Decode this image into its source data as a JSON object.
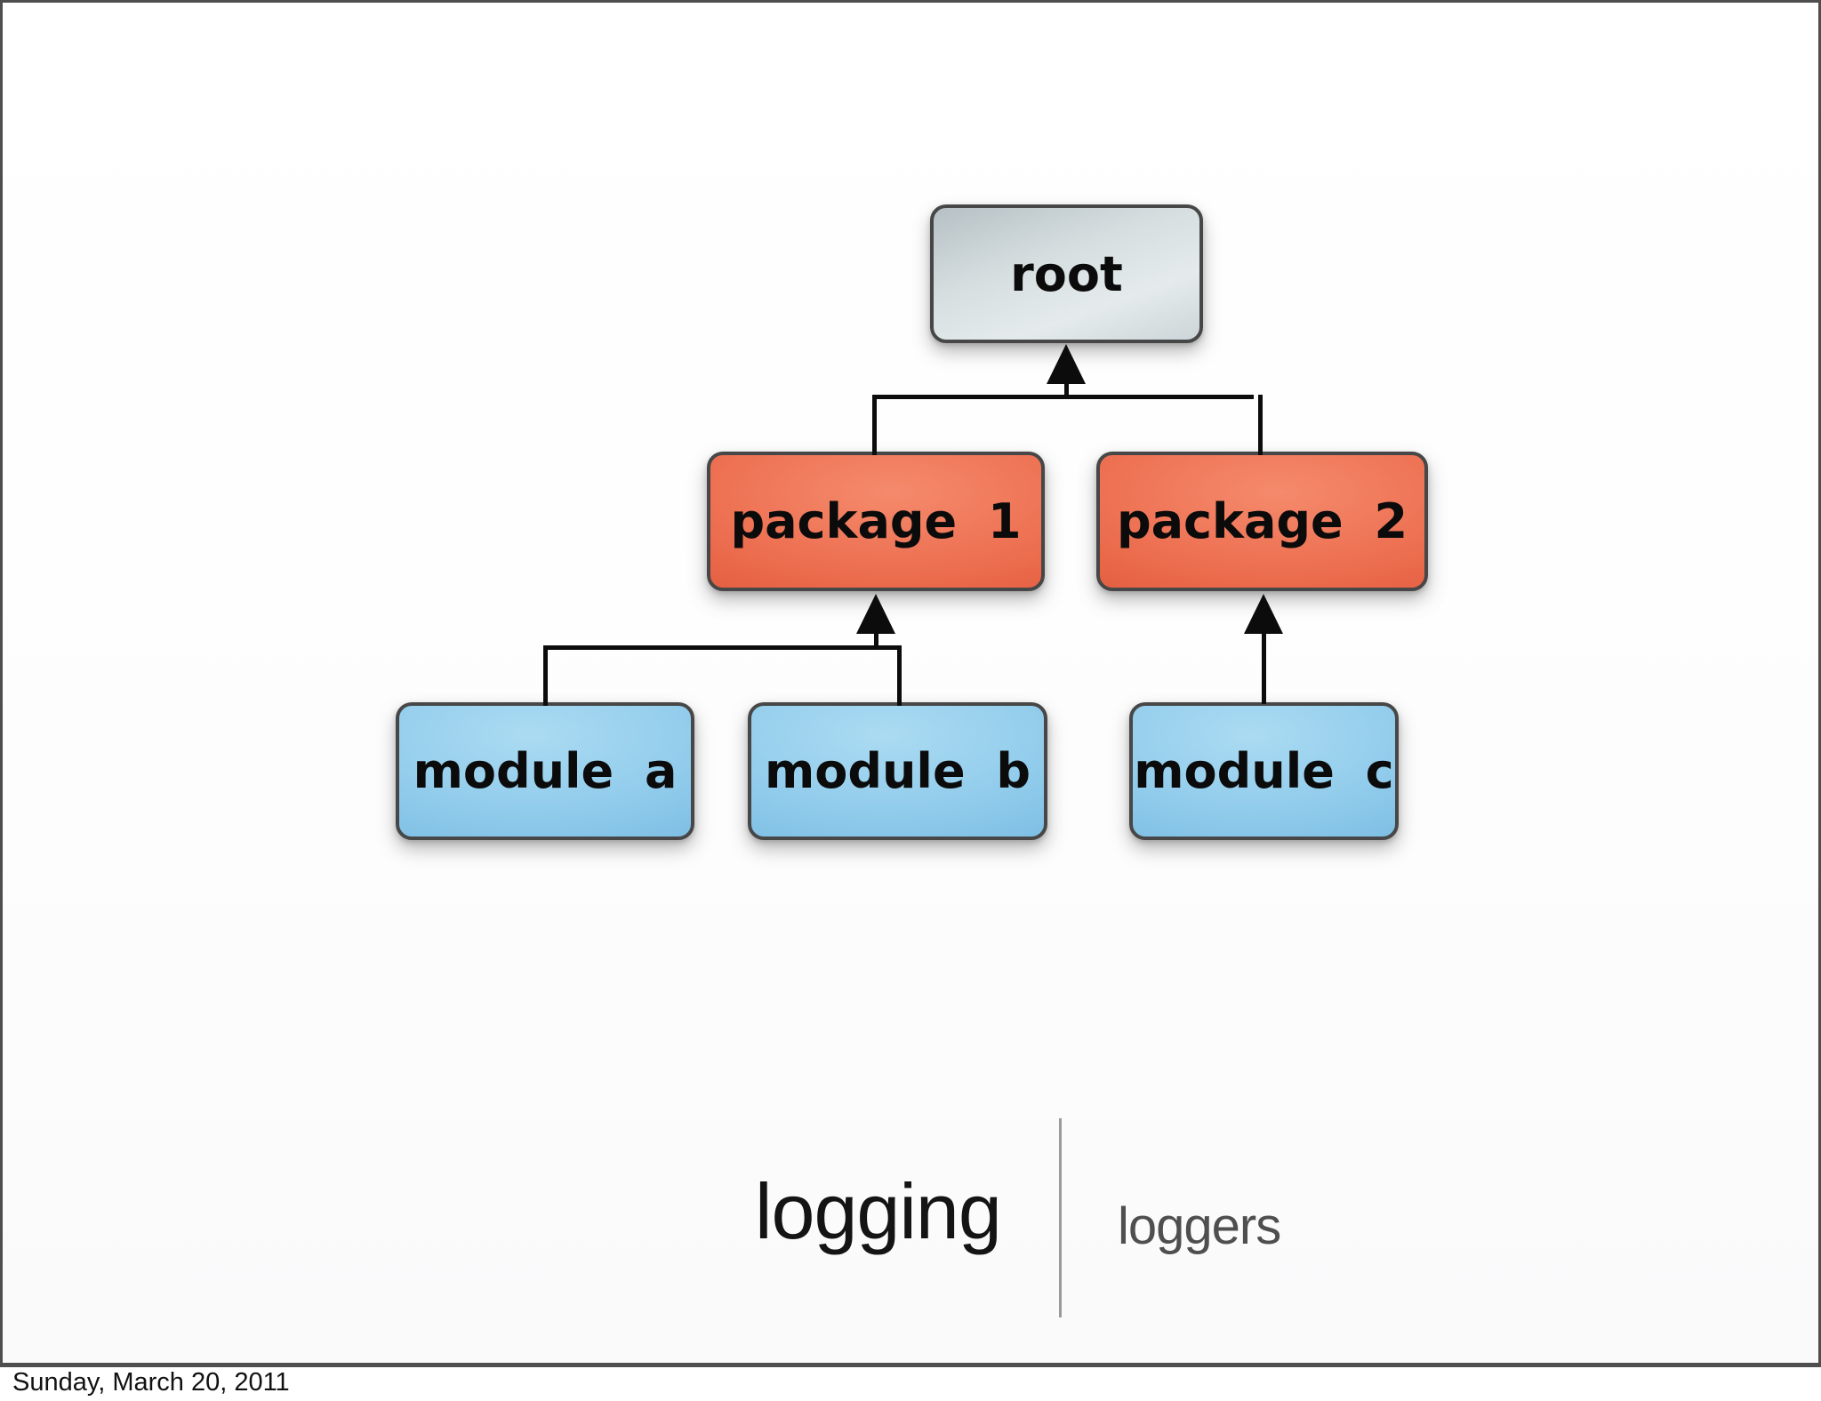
{
  "slide": {
    "diagram": {
      "nodes": [
        {
          "id": "root",
          "label": "root",
          "level": "root"
        },
        {
          "id": "package-1",
          "label": "package 1",
          "level": "package"
        },
        {
          "id": "package-2",
          "label": "package 2",
          "level": "package"
        },
        {
          "id": "module-a",
          "label": "module a",
          "level": "module"
        },
        {
          "id": "module-b",
          "label": "module b",
          "level": "module"
        },
        {
          "id": "module-c",
          "label": "module c",
          "level": "module"
        }
      ],
      "edges": [
        {
          "from": "package-1",
          "to": "root",
          "arrow": "up"
        },
        {
          "from": "package-2",
          "to": "root",
          "arrow": "up"
        },
        {
          "from": "module-a",
          "to": "package-1",
          "arrow": "up"
        },
        {
          "from": "module-b",
          "to": "package-1",
          "arrow": "up"
        },
        {
          "from": "module-c",
          "to": "package-2",
          "arrow": "up"
        }
      ]
    },
    "footer": {
      "title": "logging",
      "section": "loggers"
    }
  },
  "caption": {
    "date": "Sunday, March 20, 2011"
  },
  "colors": {
    "root_fill": "#d9e0e2",
    "package_fill": "#ea6a4b",
    "module_fill": "#8ac7e9",
    "node_border": "#474747",
    "connector": "#0c0c0c",
    "footer_title": "#141414",
    "footer_section": "#4f4f4f",
    "divider": "#9a9a9a"
  }
}
